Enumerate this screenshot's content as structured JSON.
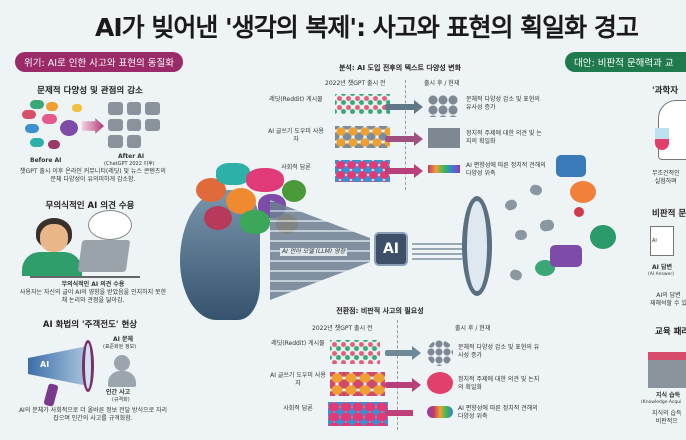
{
  "title": "AI가 빚어낸 '생각의 복제': 사고와 표현의 획일화 경고",
  "left": {
    "badge": "위기: AI로 인한 사고와 표현의 동질화",
    "badge_color": "#9b2a68",
    "s1": {
      "heading": "문제적 다양성 및 관점의 감소",
      "before": "Before AI",
      "after": "After AI",
      "after_sub": "(ChatGPT 2022 이후)",
      "caption": "챗GPT 출시 이후 온라인 커뮤니티(레딧) 및 뉴스 콘텐츠의 문체 다양성이 유의미하게 감소함."
    },
    "s2": {
      "heading": "무의식적인 AI 의견 수용",
      "caption_title": "무의식적인 AI 의견 수용",
      "caption": "사용자는 자신의 글이 AI의 영향을 받았음을 인지하지 못한 채 논리와 관점을 닮아감."
    },
    "s3": {
      "heading": "AI 화법의 '주객전도' 현상",
      "megaphone_label": "AI",
      "ai_style": "AI 문체",
      "ai_style_sub": "(표준화된 정보)",
      "human": "인간 사고",
      "human_sub": "(규격화)",
      "caption": "AI의 문체가 사회적으로 더 올바른 정보 전달 방식으로 자리 잡으며 인간의 사고를 규격화함."
    }
  },
  "center": {
    "chip": "AI",
    "llm_label": "AI 언어 모델 (LLM) 영향",
    "top": {
      "heading": "분석: AI 도입 전후의 텍스트 다양성 변화",
      "col_before": "2022년 챗GPT 출시 전",
      "col_after": "출시 후 / 현재",
      "rows": [
        {
          "label": "레딧(Reddit) 게시물",
          "result": "문체적 다양성 감소 및 표현의 유사성 증가"
        },
        {
          "label": "AI 글쓰기 도우미 사용자",
          "result": "정치적 주제에 대한 의견 및 논지의 획일화"
        },
        {
          "label": "사회적 담론",
          "result": "AI 편향성에 따른 정치적 견해의 다양성 위축"
        }
      ]
    },
    "bottom": {
      "heading": "전환점: 비판적 사고의 필요성",
      "col_before": "2022년 챗GPT 출시 전",
      "col_after": "출시 후 / 현재",
      "rows": [
        {
          "label": "레딧(Reddit) 게시물",
          "result": "문체적 다양성 감소 및 표현의 유사성 증가"
        },
        {
          "label": "AI 글쓰기 도우미 사용자",
          "result": "정치적 주제에 대한 의견 및 논지의 획일화"
        },
        {
          "label": "사회적 담론",
          "result": "AI 편향성에 따른 정치적 견해의 다양성 위축"
        }
      ]
    }
  },
  "right": {
    "badge": "대안: 비판적 문해력과 교",
    "badge_color": "#1f7a4d",
    "scientist_heading": "'과학자",
    "scientist_caption": "무조건적인\n실험하며",
    "critical_heading": "비판적 문",
    "doc_label": "AI",
    "ai_answer": "AI 답변",
    "ai_answer_sub": "(AI Answer)",
    "critical_caption": "AI의 답변\n재해석할 수 있",
    "edu_heading": "교육 패러",
    "knowledge": "지식 습득",
    "knowledge_sub": "(Knowledge Acqui",
    "knowledge_caption": "지식의 습득\n비판적으"
  }
}
